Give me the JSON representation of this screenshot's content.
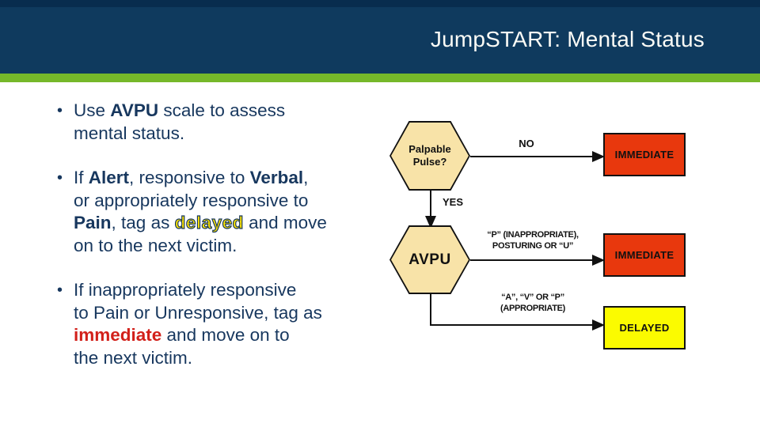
{
  "header": {
    "title": "JumpSTART: Mental Status"
  },
  "bullet_glyph": "•",
  "bullets": [
    {
      "lines": [
        [
          {
            "t": "Use ",
            "s": "n"
          },
          {
            "t": "AVPU",
            "s": "b"
          },
          {
            "t": " scale to assess",
            "s": "n"
          }
        ],
        [
          {
            "t": "mental status.",
            "s": "n"
          }
        ]
      ]
    },
    {
      "lines": [
        [
          {
            "t": "If ",
            "s": "n"
          },
          {
            "t": "Alert",
            "s": "b"
          },
          {
            "t": ", responsive to ",
            "s": "n"
          },
          {
            "t": "Verbal",
            "s": "b"
          },
          {
            "t": ",",
            "s": "n"
          }
        ],
        [
          {
            "t": "or appropriately responsive to",
            "s": "n"
          }
        ],
        [
          {
            "t": "Pain",
            "s": "b"
          },
          {
            "t": ", tag as ",
            "s": "n"
          },
          {
            "t": "delayed",
            "s": "delayed"
          },
          {
            "t": " and move",
            "s": "n"
          }
        ],
        [
          {
            "t": "on to the next victim.",
            "s": "n"
          }
        ]
      ]
    },
    {
      "lines": [
        [
          {
            "t": "If inappropriately responsive",
            "s": "n"
          }
        ],
        [
          {
            "t": "to Pain or Unresponsive, tag as",
            "s": "n"
          }
        ],
        [
          {
            "t": "immediate",
            "s": "immediate"
          },
          {
            "t": " and move on to",
            "s": "n"
          }
        ],
        [
          {
            "t": "the next victim.",
            "s": "n"
          }
        ]
      ]
    }
  ],
  "flowchart": {
    "hex_pulse": "Palpable\nPulse?",
    "hex_avpu": "AVPU",
    "edge_no": "NO",
    "edge_yes": "YES",
    "edge_inappropriate": "“P” (INAPPROPRIATE),\nPOSTURING OR “U”",
    "edge_appropriate": "“A”, “V” OR “P”\n(APPROPRIATE)",
    "box_immediate1": "IMMEDIATE",
    "box_immediate2": "IMMEDIATE",
    "box_delayed": "DELAYED"
  },
  "colors": {
    "header_navy": "#0f3a5e",
    "header_navy_dark": "#082c4e",
    "accent_green": "#76b82a",
    "text_navy": "#17375e",
    "immediate_text": "#d2201a",
    "delayed_fill": "#ffe400",
    "box_red": "#e8380d",
    "box_yellow": "#fbfb00",
    "hex_fill": "#f8e3a8"
  }
}
